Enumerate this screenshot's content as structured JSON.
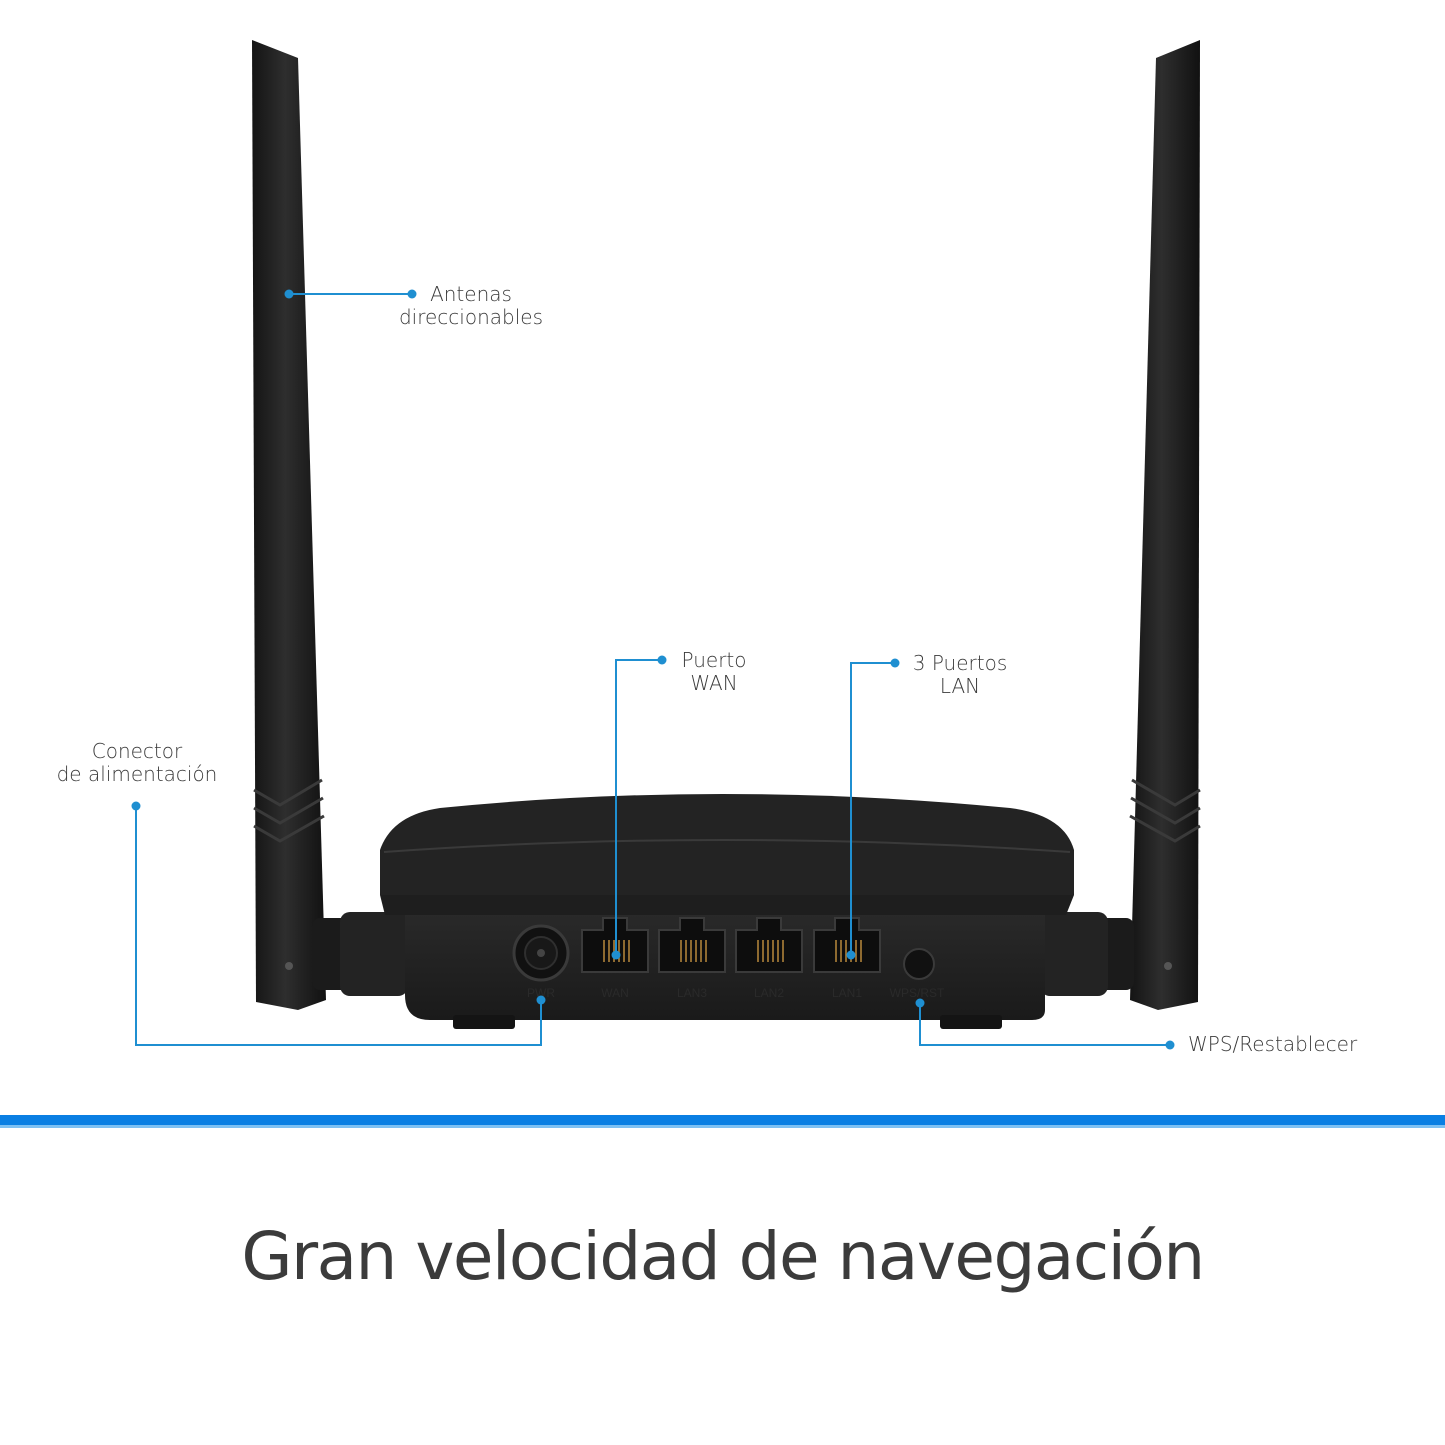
{
  "colors": {
    "accent": "#1f8fd1",
    "divider": "#0a7fe3",
    "device": "#1d1d1d",
    "text": "#3a3a3a"
  },
  "callouts": {
    "antenas": [
      "Antenas",
      "direccionables"
    ],
    "wan": [
      "Puerto",
      "WAN"
    ],
    "lan": [
      "3 Puertos",
      "LAN"
    ],
    "power": [
      "Conector",
      "de alimentación"
    ],
    "wps": [
      "WPS/Restablecer"
    ]
  },
  "port_labels": {
    "pwr": "PWR",
    "wan": "WAN",
    "lan3": "LAN3",
    "lan2": "LAN2",
    "lan1": "LAN1",
    "wps": "WPS/RST"
  },
  "headline": "Gran velocidad de navegación"
}
